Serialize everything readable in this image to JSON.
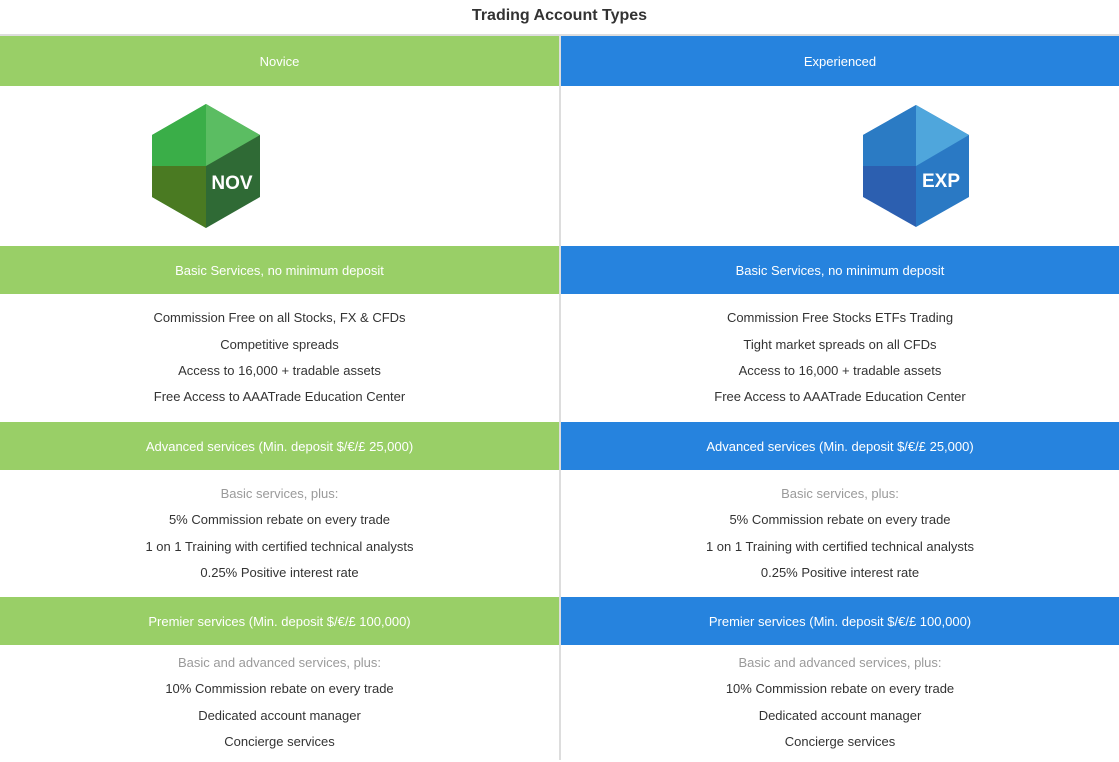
{
  "page": {
    "title": "Trading Account Types"
  },
  "colors": {
    "novice_green": "#99cf67",
    "experienced_blue": "#2683de",
    "divider": "#dddddd",
    "text": "#333333",
    "muted_text": "#9a9a9a"
  },
  "columns": [
    {
      "name": "Novice",
      "badge": "NOV",
      "badge_icon": "green-hexagon-cube-icon",
      "sections": [
        {
          "header": "Basic Services, no minimum deposit",
          "intro": "",
          "items": [
            "Commission Free on all Stocks, FX & CFDs",
            "Competitive spreads",
            "Access to 16,000 + tradable assets",
            "Free Access to AAATrade Education Center"
          ]
        },
        {
          "header": "Advanced services (Min. deposit $/€/£ 25,000)",
          "intro": "Basic services, plus:",
          "items": [
            "5% Commission rebate on every trade",
            "1 on 1 Training with certified technical analysts",
            "0.25% Positive interest rate"
          ]
        },
        {
          "header": "Premier services (Min. deposit $/€/£ 100,000)",
          "intro": "Basic and advanced services, plus:",
          "items": [
            "10% Commission rebate on every trade",
            "Dedicated account manager",
            "Concierge services"
          ]
        }
      ]
    },
    {
      "name": "Experienced",
      "badge": "EXP",
      "badge_icon": "blue-hexagon-cube-icon",
      "sections": [
        {
          "header": "Basic Services, no minimum deposit",
          "intro": "",
          "items": [
            "Commission Free Stocks ETFs Trading",
            "Tight market spreads on all CFDs",
            "Access to 16,000 + tradable assets",
            "Free Access to AAATrade Education Center"
          ]
        },
        {
          "header": "Advanced services (Min. deposit $/€/£ 25,000)",
          "intro": "Basic services, plus:",
          "items": [
            "5% Commission rebate on every trade",
            "1 on 1 Training with certified technical analysts",
            "0.25% Positive interest rate"
          ]
        },
        {
          "header": "Premier services (Min. deposit $/€/£ 100,000)",
          "intro": "Basic and advanced services, plus:",
          "items": [
            "10% Commission rebate on every trade",
            "Dedicated account manager",
            "Concierge services"
          ]
        }
      ]
    }
  ]
}
